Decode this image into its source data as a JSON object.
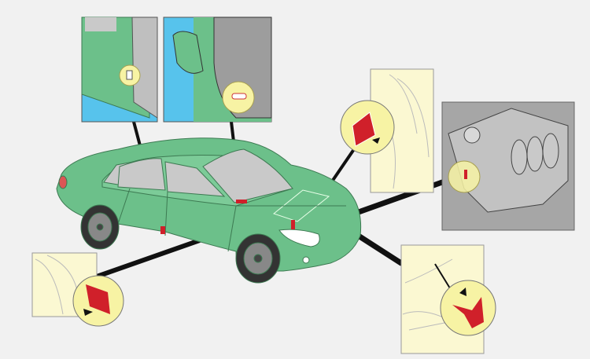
{
  "colors": {
    "background": "#f1f1f1",
    "car_body": "#6cc08a",
    "car_outline": "#3d7a52",
    "glass": "#c9c9c9",
    "callout_sky": "#57c3ec",
    "highlight": "#f7f3a4",
    "detail_panel": "#fbf8d2",
    "engine_panel": "#a6a6a6",
    "label_red": "#d0202a",
    "leader_line": "#111111"
  },
  "callouts": [
    {
      "name": "door-jamb-label",
      "icon": "door-pillar-detail"
    },
    {
      "name": "windshield-vin-plate",
      "icon": "windshield-detail"
    },
    {
      "name": "engine-bay-label",
      "icon": "hood-underside-detail"
    },
    {
      "name": "engine-block-number",
      "icon": "engine-detail"
    },
    {
      "name": "front-frame-stamp",
      "icon": "frame-detail"
    },
    {
      "name": "floor-label",
      "icon": "floor-detail"
    }
  ]
}
